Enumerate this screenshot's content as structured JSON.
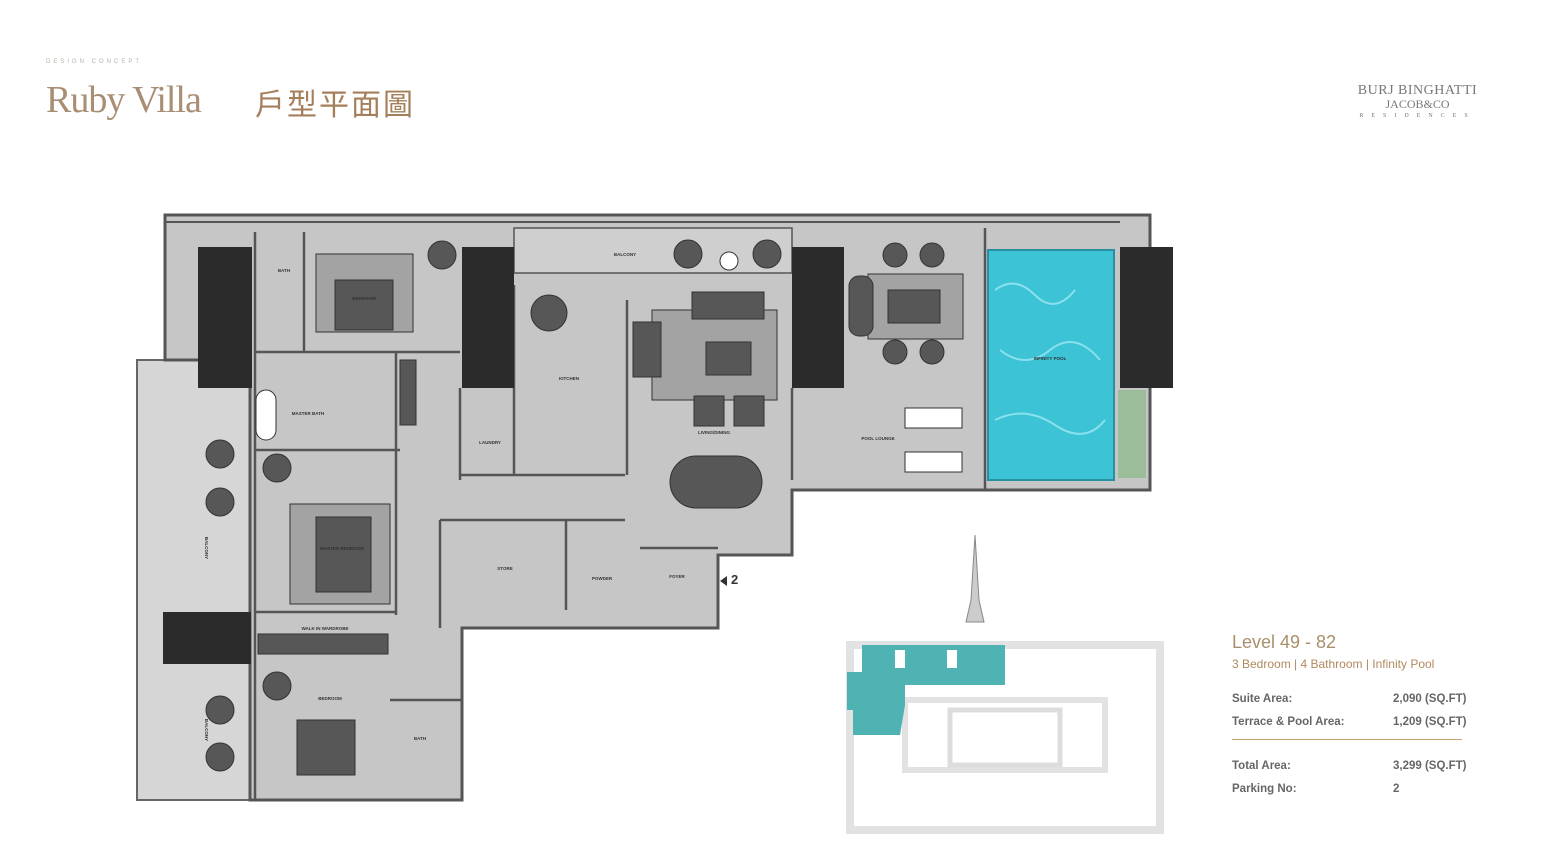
{
  "header": {
    "eyebrow": "DESIGN CONCEPT",
    "title": "Ruby Villa",
    "subtitle": "戶型平面圖"
  },
  "logo": {
    "line1": "BURJ BINGHATTI",
    "line2": "JACOB&CO",
    "line3": "RESIDENCES"
  },
  "plan": {
    "rooms": [
      "BALCONY",
      "KITCHEN",
      "LIVING/DINING",
      "BEDROOM",
      "BATH",
      "MASTER BATH",
      "LAUNDRY",
      "POOL LOUNGE",
      "INFINITY POOL",
      "MASTER BEDROOM",
      "STORE",
      "POWDER",
      "FOYER",
      "WALK IN WARDROBE",
      "BEDROOM",
      "BATH",
      "BALCONY",
      "BALCONY"
    ],
    "parking_marker": "2",
    "colors": {
      "floor": "#c6c6c6",
      "wall": "#5a5a5a",
      "pillar": "#2b2b2b",
      "pool": "#3cc3d6",
      "furniture": "#555555",
      "key_highlight": "#4fb3b4"
    }
  },
  "info": {
    "level": "Level 49 - 82",
    "features": "3 Bedroom | 4 Bathroom | Infinity Pool",
    "rows": [
      {
        "label": "Suite Area:",
        "value": "2,090 (SQ.FT)"
      },
      {
        "label": "Terrace & Pool Area:",
        "value": "1,209 (SQ.FT)"
      }
    ],
    "totals": [
      {
        "label": "Total Area:",
        "value": "3,299 (SQ.FT)"
      },
      {
        "label": "Parking No:",
        "value": "2"
      }
    ]
  }
}
